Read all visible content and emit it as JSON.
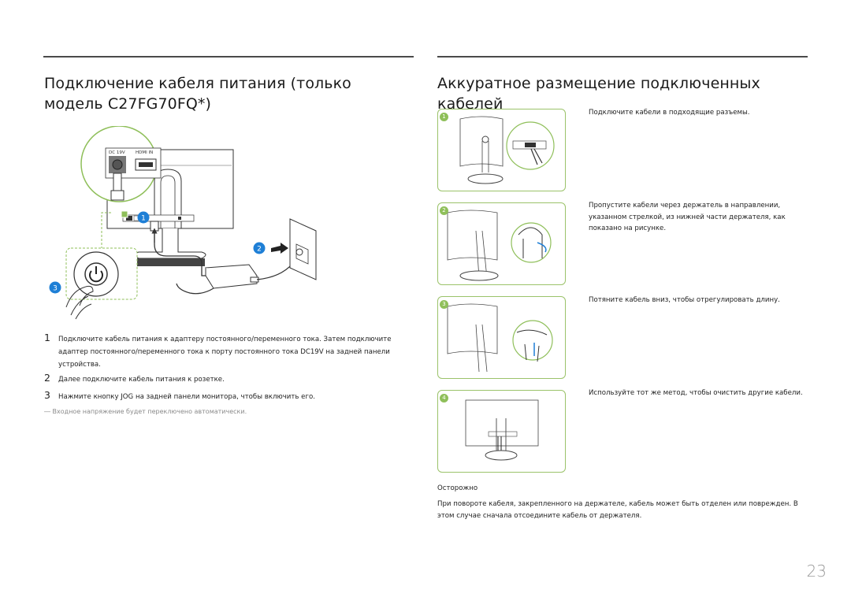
{
  "left": {
    "heading": "Подключение кабеля питания (только модель C27FG70FQ*)",
    "steps": [
      {
        "num": "1",
        "text": "Подключите кабель питания к адаптеру постоянного/переменного тока. Затем подключите адаптер постоянного/переменного тока к порту постоянного тока DC19V на задней панели устройства."
      },
      {
        "num": "2",
        "text": "Далее подключите кабель питания к розетке."
      },
      {
        "num": "3",
        "text": "Нажмите кнопку JOG на задней панели монитора, чтобы включить его."
      }
    ],
    "note": "―  Входное напряжение будет переключено автоматически.",
    "diagram": {
      "port_dc": "DC 19V",
      "port_hdmi": "HDMI IN",
      "callouts": [
        "1",
        "2",
        "3"
      ]
    }
  },
  "right": {
    "heading": "Аккуратное размещение подключенных кабелей",
    "steps": [
      {
        "num": "1",
        "text": "Подключите кабели в подходящие разъемы."
      },
      {
        "num": "2",
        "text": "Пропустите кабели через держатель в направлении, указанном стрелкой, из нижней части держателя, как показано на рисунке."
      },
      {
        "num": "3",
        "text": "Потяните кабель вниз, чтобы отрегулировать длину."
      },
      {
        "num": "4",
        "text": "Используйте тот же метод, чтобы очистить другие кабели."
      }
    ],
    "caution_title": "Осторожно",
    "caution_text": "При повороте кабеля, закрепленного на держателе, кабель может быть отделен или поврежден. В этом случае сначала отсоедините кабель от держателя."
  },
  "page_number": "23",
  "colors": {
    "accent": "#8fbf5a",
    "callout_blue": "#1e7fd6",
    "rule": "#4a4a4a"
  }
}
